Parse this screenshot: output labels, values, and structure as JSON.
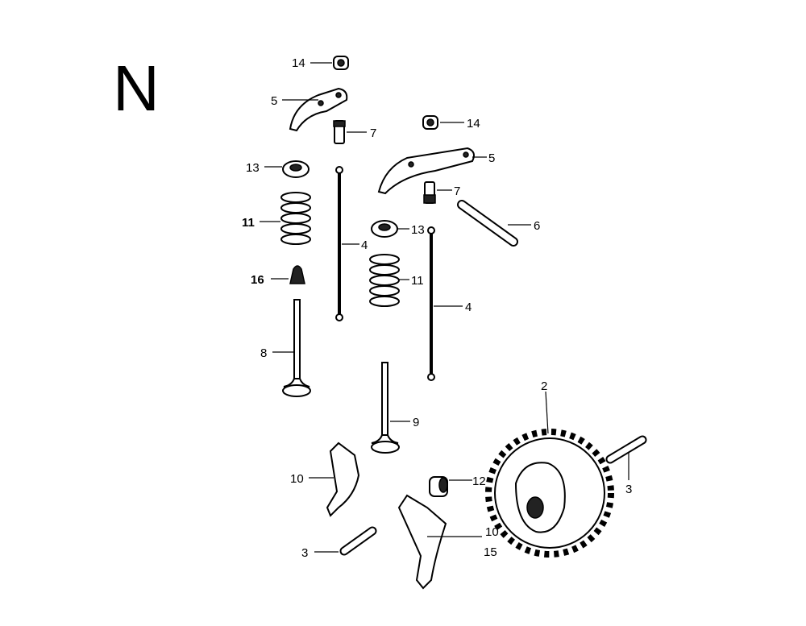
{
  "section_letter": "N",
  "callouts": {
    "c14a": "14",
    "c5a": "5",
    "c7a": "7",
    "c13a": "13",
    "c11a": "11",
    "c4a": "4",
    "c16": "16",
    "c8": "8",
    "c14b": "14",
    "c5b": "5",
    "c7b": "7",
    "c6": "6",
    "c13b": "13",
    "c11b": "11",
    "c4b": "4",
    "c9": "9",
    "c2": "2",
    "c3a": "3",
    "c10a": "10",
    "c12": "12",
    "c10b": "10",
    "c15": "15",
    "c3b": "3"
  }
}
